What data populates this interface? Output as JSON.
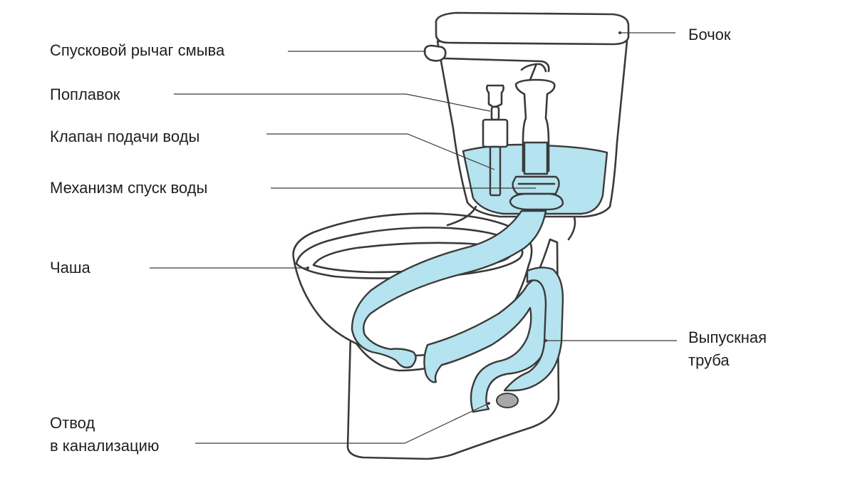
{
  "colors": {
    "water": "#b5e3ef",
    "outline": "#3a3a3a",
    "drain_cap": "#a8a8a8"
  },
  "labels": {
    "flush_lever": "Спусковой рычаг смыва",
    "float": "Поплавок",
    "fill_valve": "Клапан подачи воды",
    "flush_mechanism": "Механизм спуск воды",
    "bowl": "Чаша",
    "drain": [
      "Отвод",
      "в канализацию"
    ],
    "tank": "Бочок",
    "outlet_pipe": [
      "Выпускная",
      "труба"
    ]
  }
}
